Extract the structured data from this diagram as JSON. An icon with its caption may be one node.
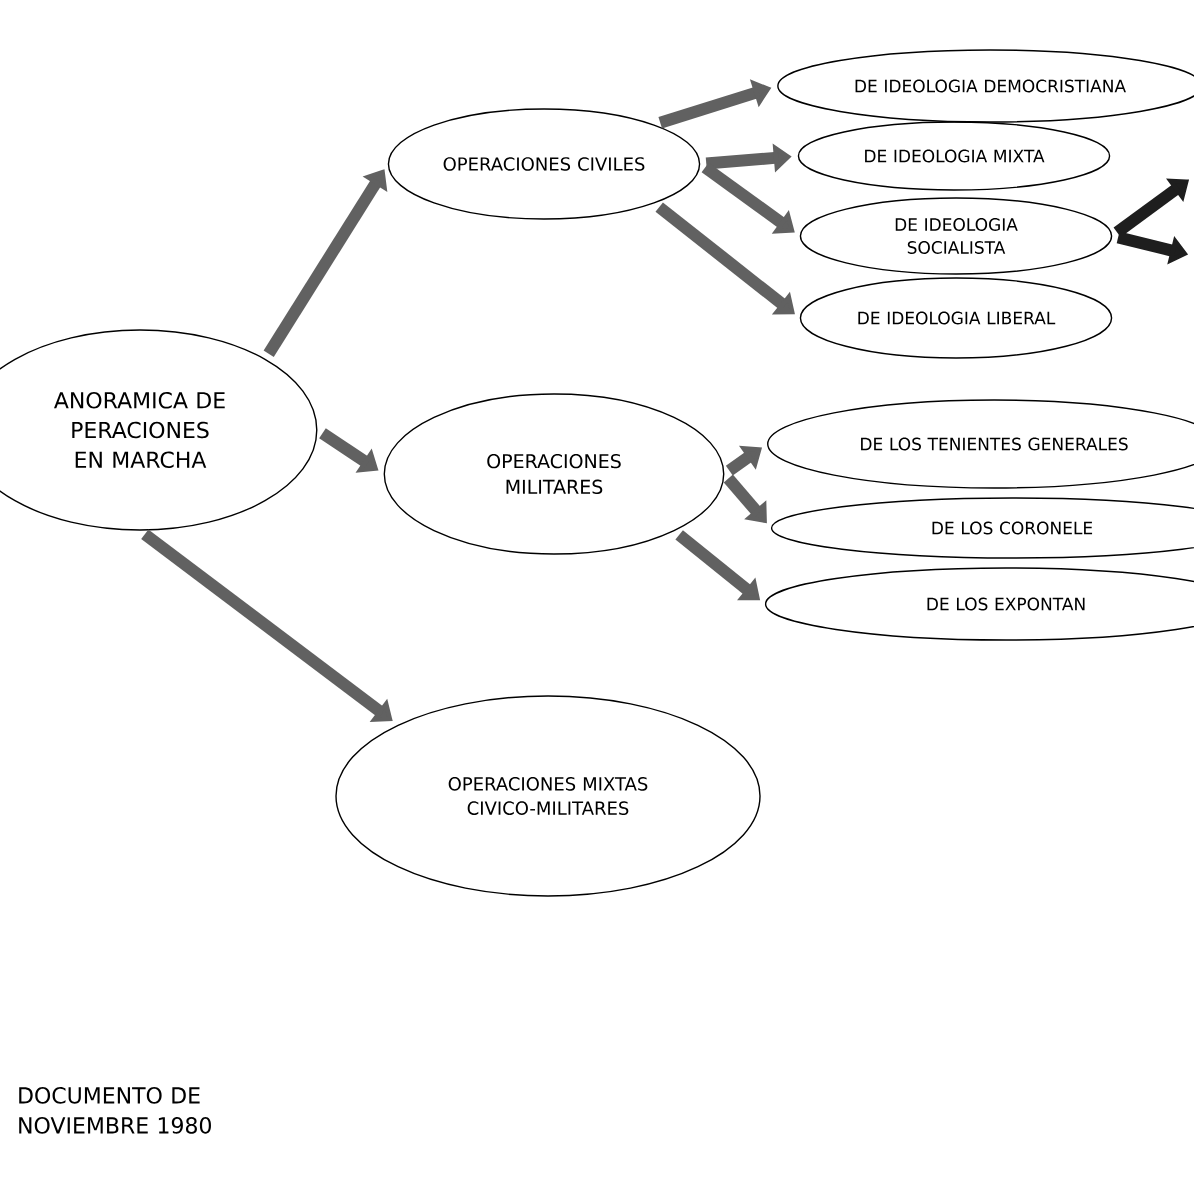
{
  "diagram": {
    "nodes": [
      {
        "text": [
          "ANORAMICA DE PERACIONES EN MARCHA"
        ]
      },
      {
        "text": [
          "OPERACIONES CIVILES"
        ]
      },
      {
        "text": [
          "OPERACIONES MILITARES"
        ]
      },
      {
        "text": [
          "OPERACIONES MIXTAS CIVICO-MILITARES"
        ]
      },
      {
        "text": [
          "DE IDEOLOGIA DEMOCRISTIANA"
        ]
      },
      {
        "text": [
          "DE IDEOLOGIA MIXTA"
        ]
      },
      {
        "text": [
          "DE IDEOLOGIA SOCIALISTA"
        ]
      },
      {
        "text": [
          "DE IDEOLOGIA LIBERAL"
        ]
      },
      {
        "text": [
          "DE LOS TENIENTES GENERALES"
        ]
      },
      {
        "text": [
          "DE LOS CORONELE"
        ]
      },
      {
        "text": [
          "DE LOS EXPONTAN"
        ]
      }
    ],
    "edges": [
      {
        "from": 0,
        "to": 1,
        "arrow": "to"
      },
      {
        "from": 0,
        "to": 2,
        "arrow": "to"
      },
      {
        "from": 0,
        "to": 3,
        "arrow": "to"
      },
      {
        "from": 1,
        "to": 4,
        "arrow": "to"
      },
      {
        "from": 1,
        "to": 5,
        "arrow": "to"
      },
      {
        "from": 1,
        "to": 6,
        "arrow": "to"
      },
      {
        "from": 1,
        "to": 7,
        "arrow": "to"
      },
      {
        "from": 2,
        "to": 8,
        "arrow": "to"
      },
      {
        "from": 2,
        "to": 9,
        "arrow": "to"
      },
      {
        "from": 2,
        "to": 10,
        "arrow": "to"
      },
      {
        "from": 6,
        "to": null,
        "arrow": "to",
        "color": "#1e1e1e"
      },
      {
        "from": 6,
        "to": null,
        "arrow": "to",
        "color": "#1e1e1e"
      }
    ],
    "labels": [
      "DOCUMENTO DE NOVIEMBRE 1980"
    ]
  }
}
